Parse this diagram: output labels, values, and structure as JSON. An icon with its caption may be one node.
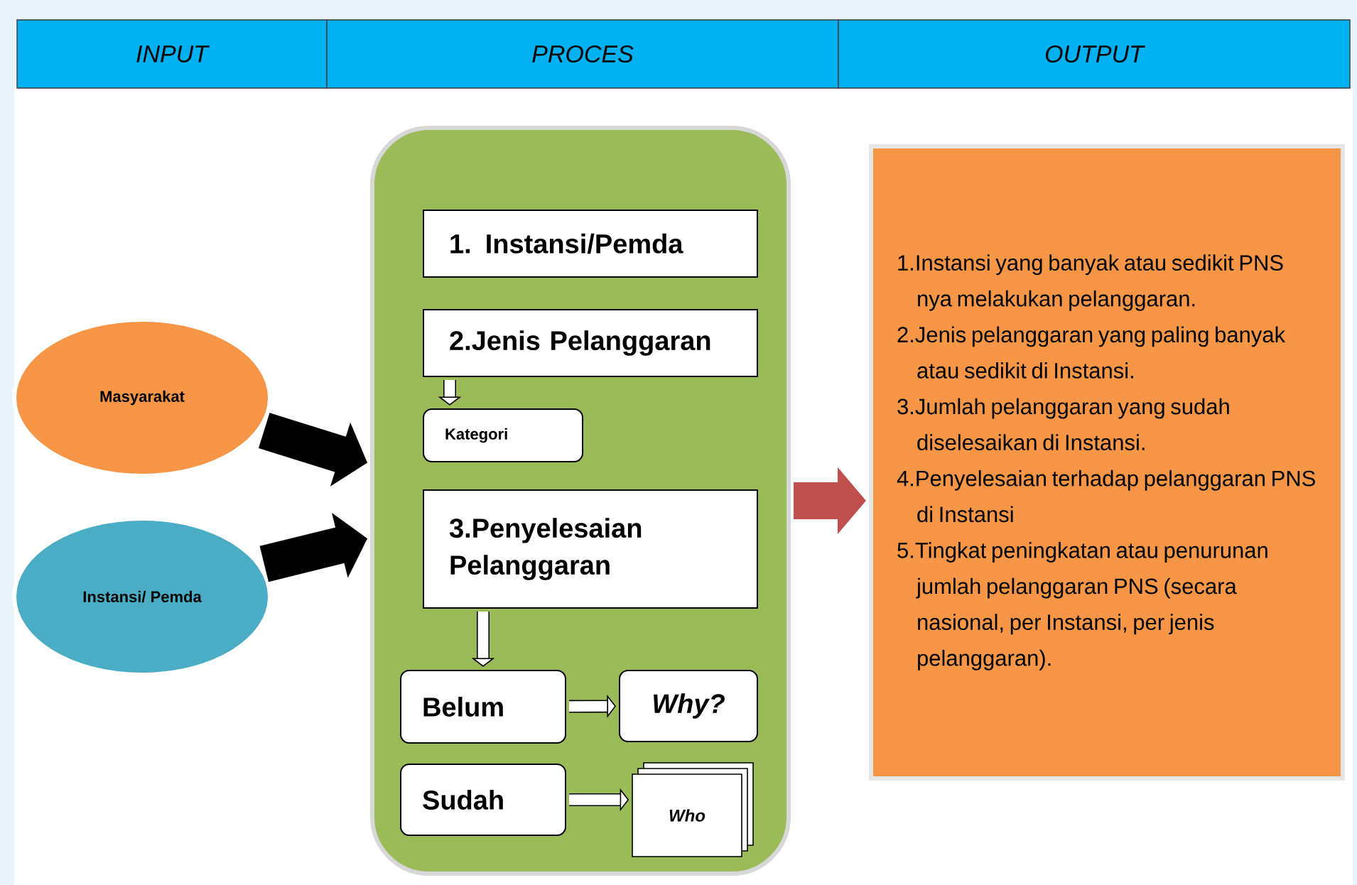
{
  "diagram": {
    "nodes": [
      {
        "text": [
          "INPUT"
        ]
      },
      {
        "text": [
          "PROCES"
        ]
      },
      {
        "text": [
          "OUTPUT"
        ]
      },
      {
        "text": [
          "Masyarakat"
        ]
      },
      {
        "text": [
          "Instansi/ Pemda"
        ]
      },
      {
        "text": [],
        "shape": "box"
      },
      {
        "text": [
          "1. Instansi/Pemda"
        ],
        "in": 5
      },
      {
        "text": [
          "2.Jenis Pelanggaran"
        ],
        "in": 5
      },
      {
        "text": [
          "Kategori"
        ],
        "in": 5
      },
      {
        "text": [
          "3.Penyelesaian Pelanggaran"
        ],
        "in": 5
      },
      {
        "text": [
          "Belum"
        ],
        "in": 5
      },
      {
        "text": [
          "Why?"
        ],
        "in": 5
      },
      {
        "text": [
          "Sudah"
        ],
        "in": 5
      },
      {
        "text": [
          "Who"
        ],
        "in": 5
      },
      {
        "text": [
          "1.Instansi yang banyak atau sedikit PNS nya melakukan pelanggaran.",
          "2.Jenis pelanggaran yang paling banyak atau sedikit di Instansi.",
          "3.Jumlah pelanggaran yang sudah diselesaikan di Instansi.",
          "4.Penyelesaian terhadap pelanggaran PNS di Instansi",
          "5.Tingkat peningkatan atau penurunan jumlah pelanggaran PNS (secara nasional, per Instansi, per jenis pelanggaran)."
        ]
      }
    ],
    "edges": [
      {
        "from": 3,
        "to": 5,
        "arrow": "to",
        "style": "thick",
        "color": "#000000"
      },
      {
        "from": 4,
        "to": 5,
        "arrow": "to",
        "style": "thick",
        "color": "#000000"
      },
      {
        "from": 7,
        "to": 8,
        "arrow": "to"
      },
      {
        "from": 9,
        "to": 10,
        "arrow": "to"
      },
      {
        "from": 10,
        "to": 11,
        "arrow": "to"
      },
      {
        "from": 12,
        "to": 13,
        "arrow": "to"
      },
      {
        "from": 5,
        "to": 14,
        "arrow": "to",
        "style": "thick",
        "color": "#c0504d"
      }
    ]
  }
}
